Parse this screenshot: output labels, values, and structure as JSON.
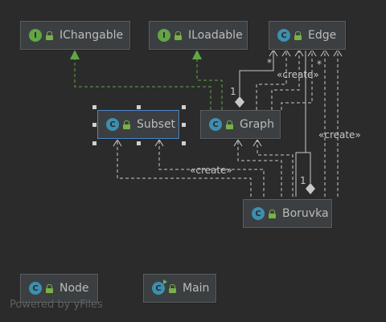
{
  "nodes": {
    "ichangable": {
      "label": "IChangable",
      "kind": "I"
    },
    "iloadable": {
      "label": "ILoadable",
      "kind": "I"
    },
    "edge": {
      "label": "Edge",
      "kind": "C"
    },
    "subset": {
      "label": "Subset",
      "kind": "C"
    },
    "graph": {
      "label": "Graph",
      "kind": "C"
    },
    "boruvka": {
      "label": "Boruvka",
      "kind": "C"
    },
    "node": {
      "label": "Node",
      "kind": "C"
    },
    "main": {
      "label": "Main",
      "kind": "C"
    }
  },
  "edge_labels": {
    "create_graph_edge": "«create»",
    "create_boruvka_edge": "«create»",
    "create_boruvka_subset": "«create»",
    "mult_star_1": "*",
    "mult_one_1": "1",
    "mult_star_2": "*",
    "mult_one_2": "1"
  },
  "colors": {
    "background": "#2b2b2b",
    "node_fill": "#3c3f41",
    "line": "#b8b8b8",
    "realization": "#62a547",
    "selection": "#4a88c7"
  },
  "watermark": "Powered by yFiles"
}
